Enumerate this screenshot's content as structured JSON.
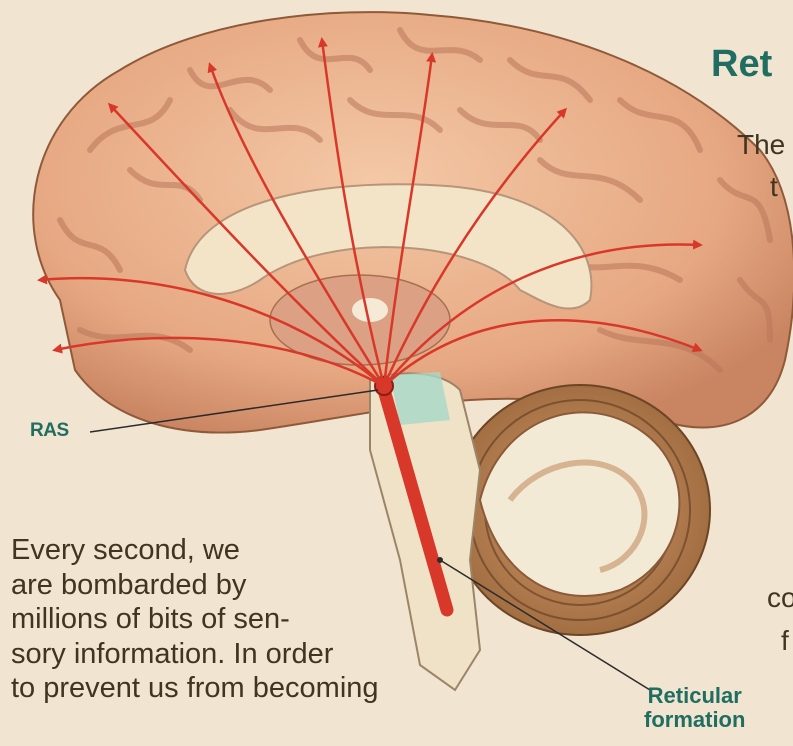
{
  "title_fragment": "Ret",
  "labels": {
    "ras": "RAS",
    "reticular_formation_line1": "Reticular",
    "reticular_formation_line2": "formation"
  },
  "body_text_lines": [
    "Every second, we",
    "are bombarded by",
    "millions of bits of sen-",
    "sory information.  In order",
    "to prevent us from becoming"
  ],
  "right_text_fragments": [
    "The",
    "t",
    "co",
    "f"
  ],
  "colors": {
    "background": "#f1e4d1",
    "accent_text": "#1f6e61",
    "arrow": "#d8382a",
    "brain": "#e9b38f",
    "brainstem": "#b9dccd"
  }
}
